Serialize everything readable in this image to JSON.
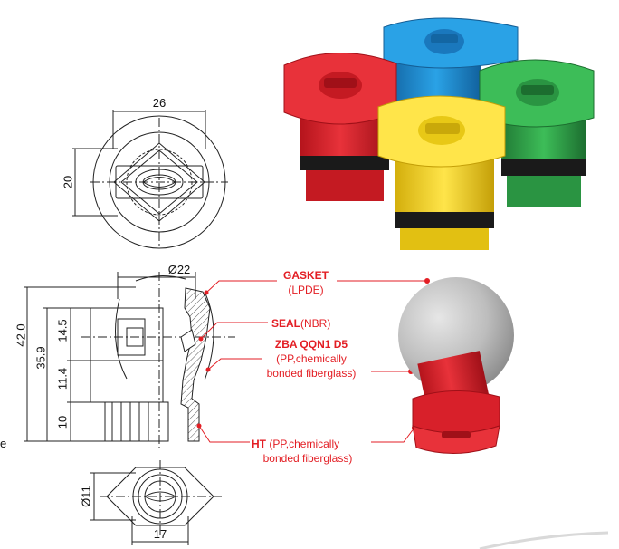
{
  "dimensions": {
    "top_width": "26",
    "top_height": "20",
    "section_diameter": "Ø22",
    "total_height": "42.0",
    "body_height": "35.9",
    "seg_1": "14.5",
    "seg_2": "11.4",
    "seg_3": "10",
    "bottom_diameter": "Ø11",
    "bottom_width": "17"
  },
  "labels": {
    "gasket": {
      "title": "GASKET",
      "detail": "(LPDE)"
    },
    "seal": {
      "title": "SEAL",
      "detail": "(NBR)"
    },
    "zba": {
      "title": "ZBA QQN1 D5",
      "detail_1": "(PP,chemically",
      "detail_2": "bonded fiberglass)"
    },
    "ht": {
      "title": "HT",
      "detail_1": " (PP,chemically",
      "detail_2": "bonded fiberglass)"
    }
  },
  "stray_letter": "e",
  "colors": {
    "callout": "#e31e24",
    "nozzle_red": "#d8202a",
    "nozzle_blue": "#1c8fd6",
    "nozzle_green": "#2fa94a",
    "nozzle_yellow": "#f4d21c",
    "ball_grey": "#b9b9b9"
  }
}
